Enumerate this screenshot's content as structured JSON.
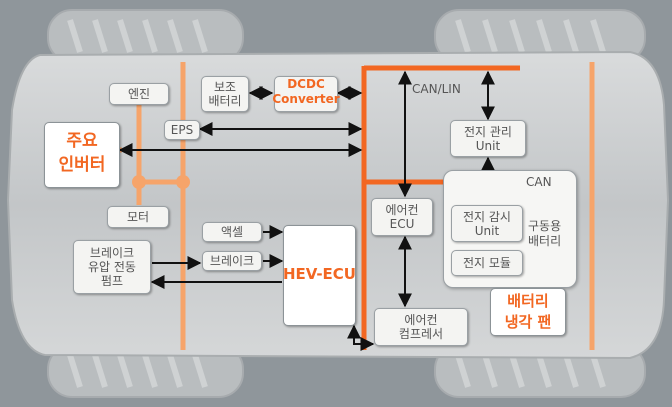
{
  "labels": {
    "engine": "엔진",
    "aux_battery": "보조\n배터리",
    "dcdc": "DCDC\nConverter",
    "can_lin": "CAN/LIN",
    "main_inverter": "주요\n인버터",
    "eps": "EPS",
    "battery_mgmt": "전지 관리\nUnit",
    "can": "CAN",
    "motor": "모터",
    "ac_ecu": "에어컨\nECU",
    "battery_monitor": "전지 감시\nUnit",
    "drive_battery": "구동용\n배터리",
    "battery_module": "전지 모듈",
    "accel": "액셀",
    "brake_pump": "브레이크\n유압 전동\n펌프",
    "brake": "브레이크",
    "hev_ecu": "HEV-ECU",
    "ac_compressor": "에어컨\n컴프레서",
    "battery_cooling_fan": "배터리\n냉각 팬"
  },
  "colors": {
    "bus": "#f26722",
    "bus_light": "#f6a46a",
    "arrow": "#111111",
    "background": "#8f969b",
    "body": "#c9ccce"
  }
}
